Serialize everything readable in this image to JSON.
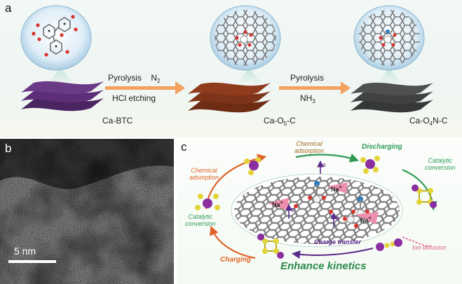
{
  "panel_a": {
    "label": "a",
    "steps": [
      {
        "line1": "Pyrolysis",
        "line1_extra": "N",
        "line1_sub": "2",
        "line2": "HCl etching"
      },
      {
        "line1": "Pyrolysis",
        "line2": "NH",
        "line2_sub": "3"
      }
    ],
    "materials": [
      {
        "name": "Ca-BTC"
      },
      {
        "name_pre": "Ca-O",
        "name_sub": "5",
        "name_post": "-C"
      },
      {
        "name_pre": "Ca-O",
        "name_sub": "4",
        "name_post": "N-C"
      }
    ],
    "colors": {
      "ca_btc": "#6b3a86",
      "ca_o5c": "#8e3b1e",
      "ca_o4nc": "#4a4d4b",
      "arrow": "#f2a15e"
    }
  },
  "panel_b": {
    "label": "b",
    "scale_bar": "5 nm"
  },
  "panel_c": {
    "label": "c",
    "annotations": {
      "chem_ads_left": [
        "Chemical",
        "adsorption"
      ],
      "chem_ads_top": [
        "Chemical",
        "adsorption"
      ],
      "discharging": "Discharging",
      "cat_conv_right": [
        "Catalytic",
        "conversion"
      ],
      "cat_conv_left": [
        "Catalytic",
        "conversion"
      ],
      "ion_diffusion": "Ion diffusion",
      "charge_transfer": "Charge transfer",
      "charging": "Charging",
      "enhance": "Enhance kinetics",
      "na": "Na",
      "na_plus": "+",
      "electron": "e"
    },
    "colors": {
      "orange": "#e0642a",
      "green": "#2f9b56",
      "pink": "#e05c8a",
      "purple": "#5a2a8a",
      "graphene": "#6e6e6e"
    }
  }
}
